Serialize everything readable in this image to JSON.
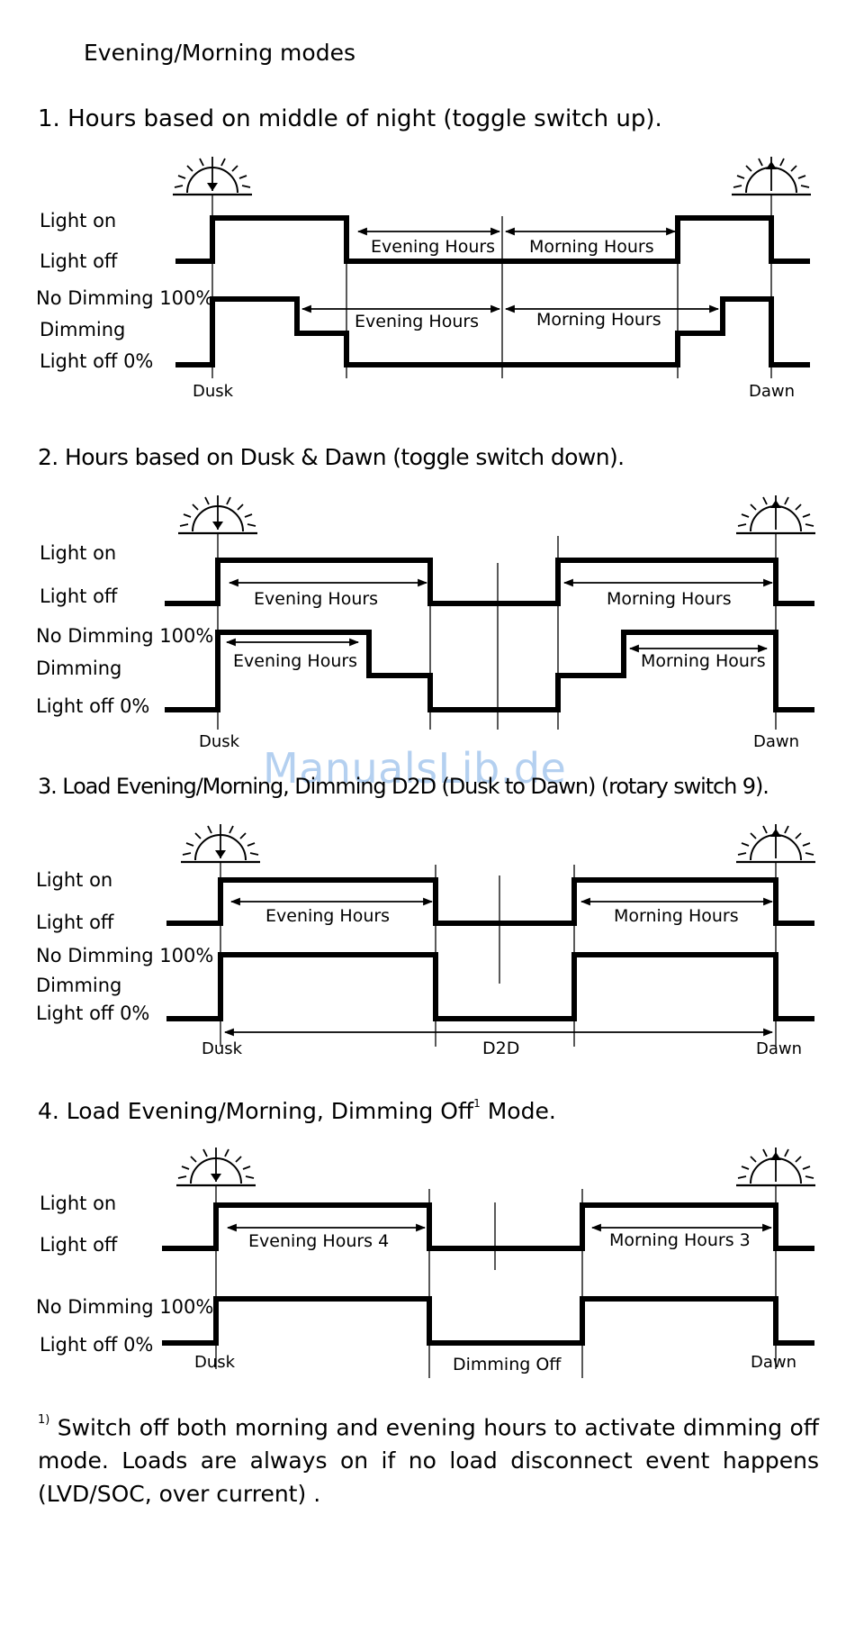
{
  "page_title": "Evening/Morning modes",
  "watermark": "ManualsLib.de",
  "labels": {
    "light_on": "Light on",
    "light_off": "Light off",
    "no_dimming": "No Dimming 100%",
    "dimming": "Dimming",
    "light_off_0": "Light off 0%",
    "dusk": "Dusk",
    "dawn": "Dawn",
    "evening_hours": "Evening Hours",
    "morning_hours": "Morning Hours",
    "evening_hours_4": "Evening Hours 4",
    "morning_hours_3": "Morning Hours 3",
    "d2d": "D2D",
    "dimming_off": "Dimming Off"
  },
  "sections": [
    {
      "heading": "1. Hours based on middle of night (toggle switch up)."
    },
    {
      "heading": "2. Hours based on Dusk & Dawn (toggle switch down)."
    },
    {
      "heading": "3. Load Evening/Morning, Dimming D2D (Dusk to Dawn) (rotary switch 9)."
    },
    {
      "heading_pre": "4. Load Evening/Morning, Dimming Off",
      "heading_sup": "1",
      "heading_post": " Mode."
    }
  ],
  "footnote": {
    "marker": "1)",
    "text": " Switch off both morning and evening hours to activate dimming off mode. Loads are always on if no load disconnect event happens (LVD/SOC, over current) ."
  }
}
